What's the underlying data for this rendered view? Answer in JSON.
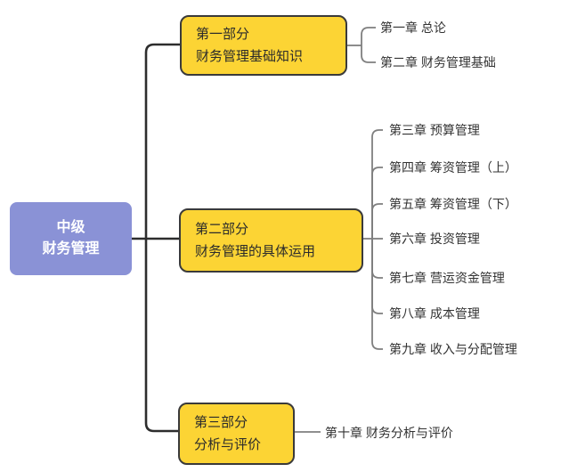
{
  "colors": {
    "root_bg": "#8a92d6",
    "root_text": "#ffffff",
    "part_bg": "#fcd434",
    "part_border": "#3a3a3a",
    "main_line": "#2d2d2d",
    "sub_line": "#7f7f7f",
    "chapter_text": "#333333",
    "canvas_bg": "#ffffff"
  },
  "root": {
    "line1": "中级",
    "line2": "财务管理"
  },
  "parts": [
    {
      "line1": "第一部分",
      "line2": "财务管理基础知识",
      "chapters": [
        {
          "label": "第一章 总论"
        },
        {
          "label": "第二章 财务管理基础"
        }
      ]
    },
    {
      "line1": "第二部分",
      "line2": "财务管理的具体运用",
      "chapters": [
        {
          "label": "第三章 预算管理"
        },
        {
          "label": "第四章 筹资管理（上）"
        },
        {
          "label": "第五章 筹资管理（下）"
        },
        {
          "label": "第六章 投资管理"
        },
        {
          "label": "第七章 营运资金管理"
        },
        {
          "label": "第八章 成本管理"
        },
        {
          "label": "第九章 收入与分配管理"
        }
      ]
    },
    {
      "line1": "第三部分",
      "line2": "分析与评价",
      "chapters": [
        {
          "label": "第十章 财务分析与评价"
        }
      ]
    }
  ]
}
